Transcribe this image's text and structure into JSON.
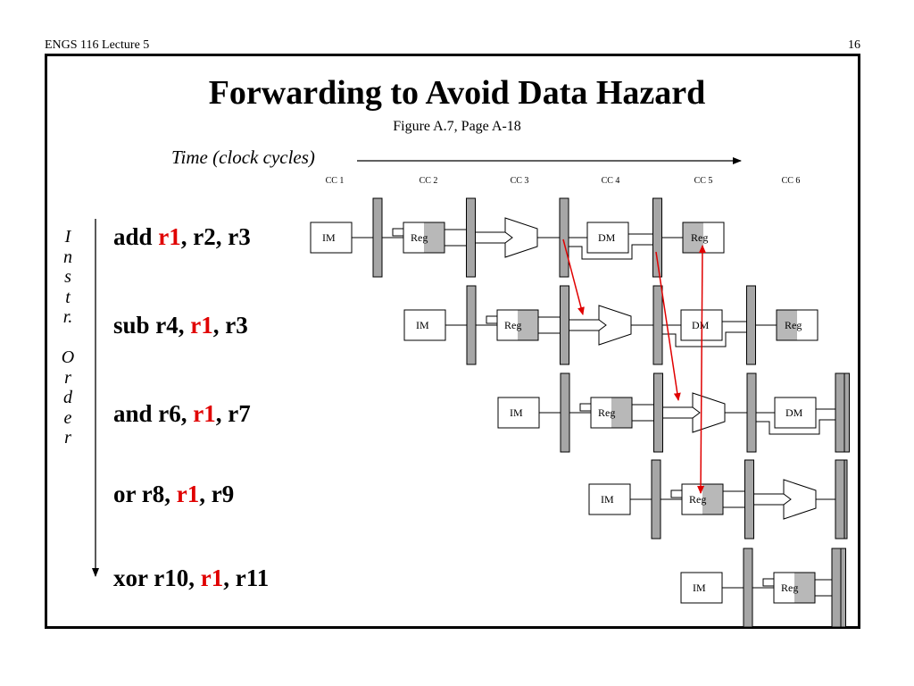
{
  "header": {
    "left": "ENGS 116  Lecture 5",
    "right": "16"
  },
  "slide": {
    "title": "Forwarding to Avoid Data Hazard",
    "subtitle": "Figure A.7, Page A-18",
    "time_label": "Time (clock cycles)",
    "order_label": [
      "I",
      "n",
      "s",
      "t",
      "r.",
      "",
      "O",
      "r",
      "d",
      "e",
      "r"
    ]
  },
  "cycles": [
    "CC 1",
    "CC 2",
    "CC 3",
    "CC 4",
    "CC 5",
    "CC 6"
  ],
  "instructions": [
    {
      "pre": "add ",
      "reg": "r1",
      "post": ", r2, r3"
    },
    {
      "pre": "sub r4, ",
      "reg": "r1",
      "post": ", r3"
    },
    {
      "pre": "and r6, ",
      "reg": "r1",
      "post": ", r7"
    },
    {
      "pre": "or r8, ",
      "reg": "r1",
      "post": ", r9"
    },
    {
      "pre": "xor r10, ",
      "reg": "r1",
      "post": ", r11"
    }
  ],
  "stage_labels": {
    "im": "IM",
    "reg": "Reg",
    "dm": "DM"
  },
  "colors": {
    "forwarding_arrow": "#e00000",
    "pipeline_register": "#a6a6a6",
    "reg_shade": "#b8b8b8"
  }
}
